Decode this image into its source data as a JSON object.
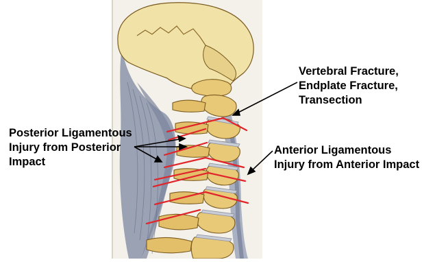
{
  "labels": {
    "vertebral": [
      "Vertebral Fracture,",
      "Endplate Fracture,",
      "Transection"
    ],
    "posterior": [
      "Posterior Ligamentous",
      "Injury from Posterior",
      "Impact"
    ],
    "anterior": [
      "Anterior Ligamentous",
      "Injury from Anterior Impact"
    ]
  },
  "colors": {
    "background": "#ffffff",
    "paper": "#f3f1ea",
    "skull": "#f1e3a8",
    "bone": "#e8c978",
    "bone_edge": "#7a5a1e",
    "ligament": "#9aa2b4",
    "ligament_dark": "#6e7690",
    "injury_line": "#e0262b",
    "annotation_line": "#000000",
    "text": "#000000"
  },
  "icons": [
    "cervical-spine-illustration",
    "skull-illustration"
  ]
}
